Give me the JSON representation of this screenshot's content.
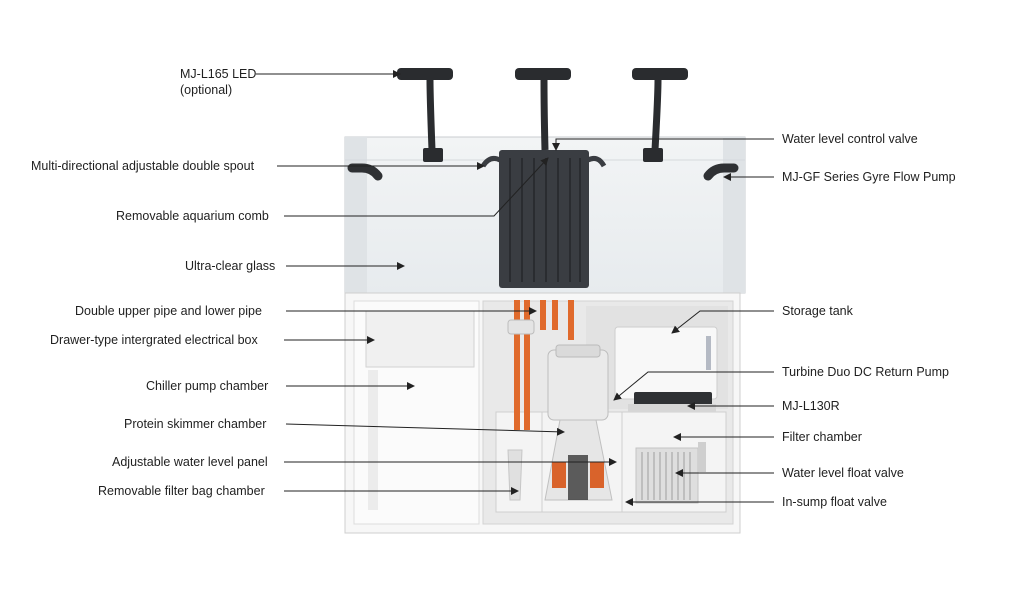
{
  "labels_left": [
    {
      "id": "led",
      "line1": "MJ-L165 LED",
      "line2": "(optional)"
    },
    {
      "id": "spout",
      "text": "Multi-directional adjustable double spout"
    },
    {
      "id": "comb",
      "text": "Removable aquarium comb"
    },
    {
      "id": "glass",
      "text": "Ultra-clear glass"
    },
    {
      "id": "pipe",
      "text": "Double upper pipe and lower pipe"
    },
    {
      "id": "drawer",
      "text": "Drawer-type intergrated electrical box"
    },
    {
      "id": "chiller",
      "text": "Chiller pump chamber"
    },
    {
      "id": "skimmer",
      "text": "Protein skimmer chamber"
    },
    {
      "id": "panel",
      "text": "Adjustable water level panel"
    },
    {
      "id": "bag",
      "text": "Removable filter bag chamber"
    }
  ],
  "labels_right": [
    {
      "id": "wlcv",
      "text": "Water level control valve"
    },
    {
      "id": "gyre",
      "text": "MJ-GF Series Gyre Flow Pump"
    },
    {
      "id": "storage",
      "text": "Storage tank"
    },
    {
      "id": "turbine",
      "text": "Turbine Duo DC Return Pump"
    },
    {
      "id": "l130r",
      "text": "MJ-L130R"
    },
    {
      "id": "filter",
      "text": "Filter chamber"
    },
    {
      "id": "wlfv",
      "text": "Water level float valve"
    },
    {
      "id": "insump",
      "text": "In-sump float valve"
    }
  ],
  "colors": {
    "line": "#222222",
    "pipe": "#e06a2c",
    "comb": "#3a3d42",
    "glass": "#eef1f3",
    "cabinet": "#f6f6f6"
  }
}
